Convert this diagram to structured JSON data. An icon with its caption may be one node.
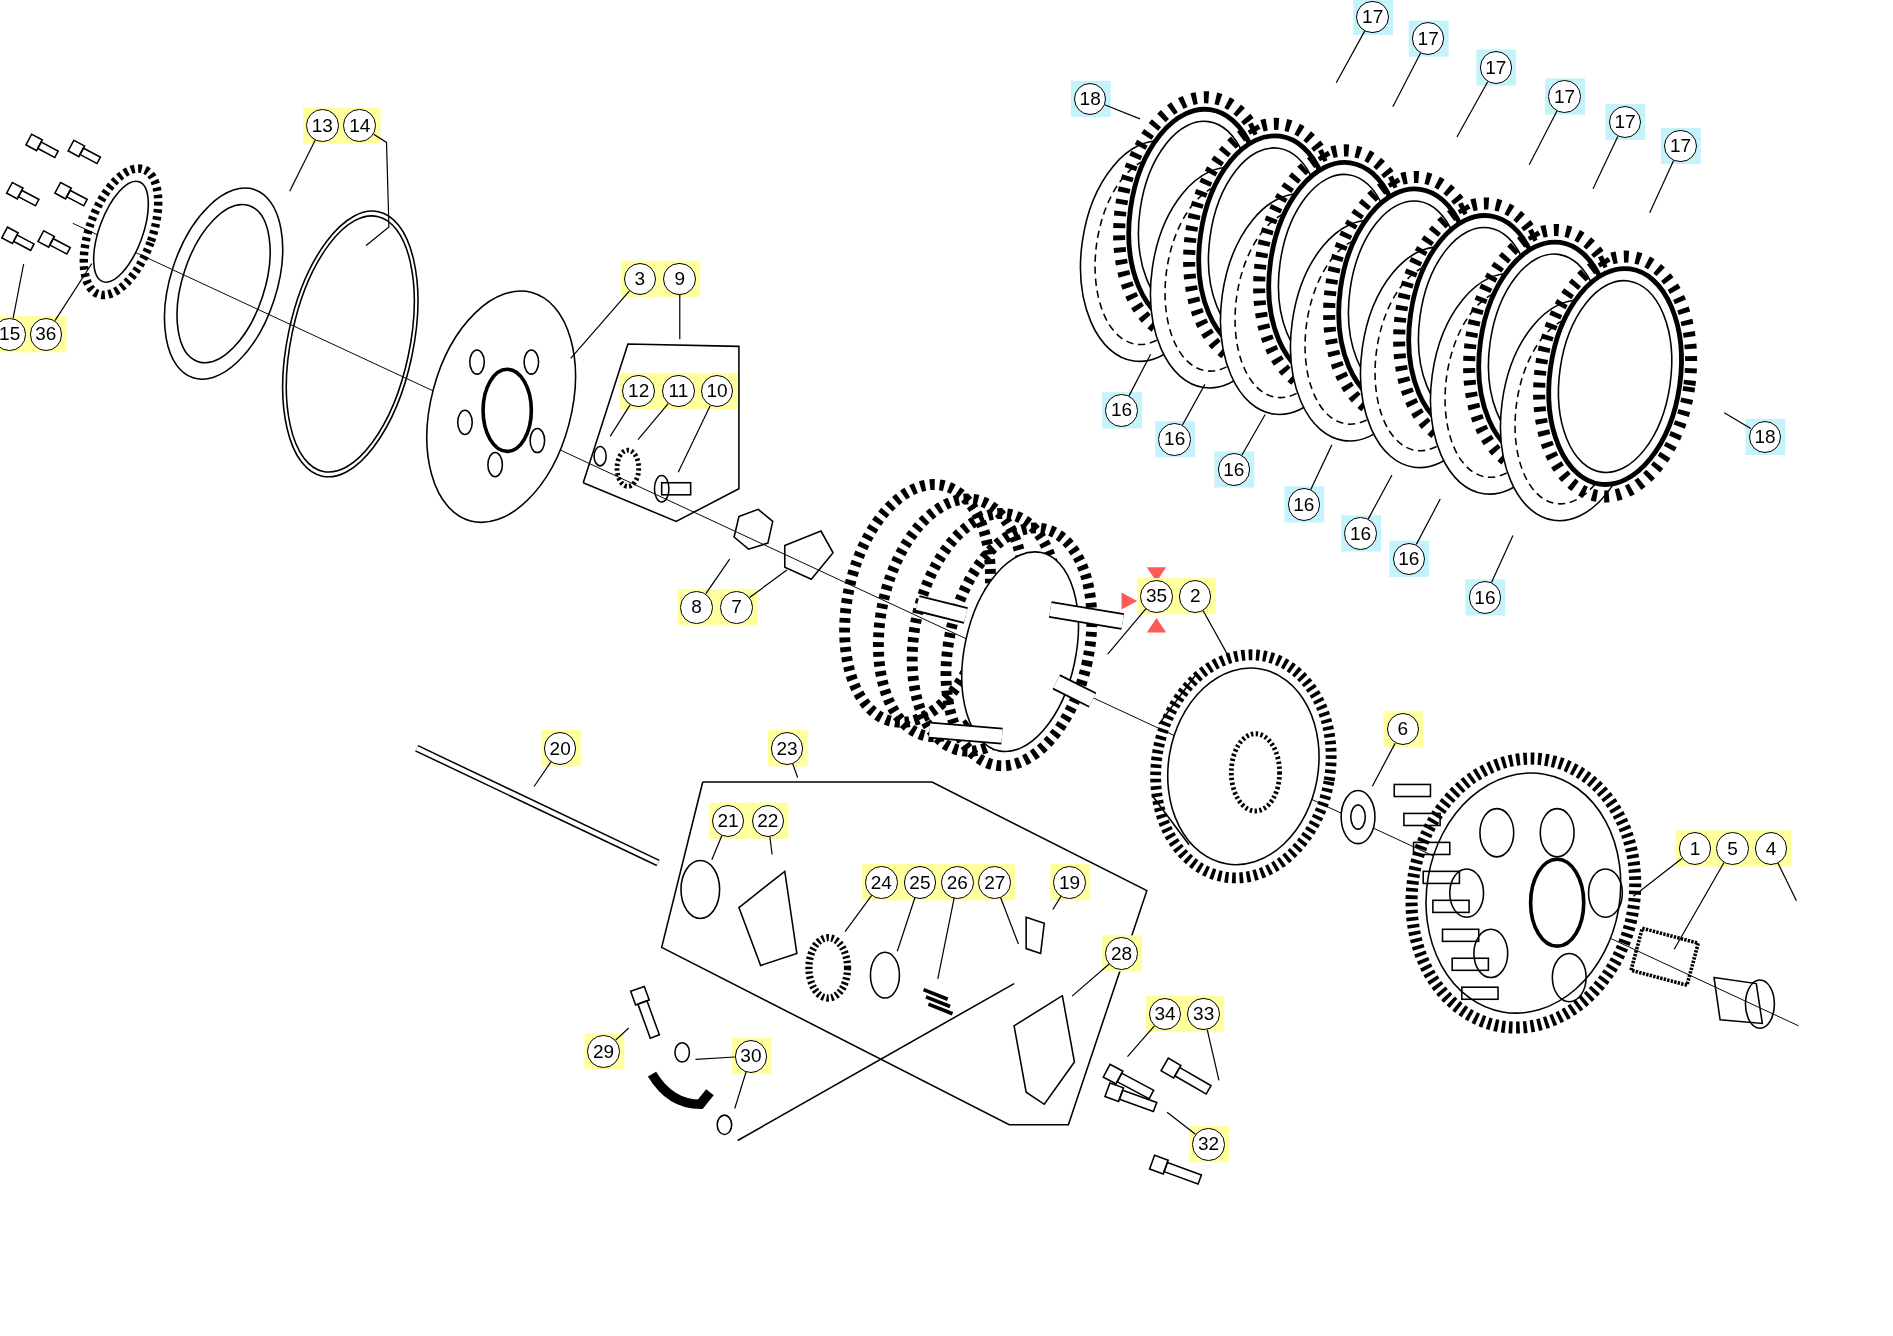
{
  "diagram": {
    "nodes": [
      {
        "text": [
          "17"
        ]
      },
      {
        "text": [
          "17"
        ]
      },
      {
        "text": [
          "17"
        ]
      },
      {
        "text": [
          "18"
        ]
      },
      {
        "text": [
          "17"
        ]
      },
      {
        "text": [
          "17"
        ]
      },
      {
        "text": [
          "13"
        ]
      },
      {
        "text": [
          "14"
        ]
      },
      {
        "text": [
          "17"
        ]
      },
      {
        "text": [
          "3"
        ]
      },
      {
        "text": [
          "9"
        ]
      },
      {
        "text": [
          "15"
        ]
      },
      {
        "text": [
          "36"
        ]
      },
      {
        "text": [
          "12"
        ]
      },
      {
        "text": [
          "11"
        ]
      },
      {
        "text": [
          "10"
        ]
      },
      {
        "text": [
          "16"
        ]
      },
      {
        "text": [
          "18"
        ]
      },
      {
        "text": [
          "16"
        ]
      },
      {
        "text": [
          "16"
        ]
      },
      {
        "text": [
          "16"
        ]
      },
      {
        "text": [
          "16"
        ]
      },
      {
        "text": [
          "16"
        ]
      },
      {
        "text": [
          "35"
        ]
      },
      {
        "text": [
          "2"
        ]
      },
      {
        "text": [
          "16"
        ]
      },
      {
        "text": [
          "8"
        ]
      },
      {
        "text": [
          "7"
        ]
      },
      {
        "text": [
          "6"
        ]
      },
      {
        "text": [
          "20"
        ]
      },
      {
        "text": [
          "23"
        ]
      },
      {
        "text": [
          "21"
        ]
      },
      {
        "text": [
          "22"
        ]
      },
      {
        "text": [
          "1"
        ]
      },
      {
        "text": [
          "5"
        ]
      },
      {
        "text": [
          "4"
        ]
      },
      {
        "text": [
          "24"
        ]
      },
      {
        "text": [
          "25"
        ]
      },
      {
        "text": [
          "26"
        ]
      },
      {
        "text": [
          "27"
        ]
      },
      {
        "text": [
          "19"
        ]
      },
      {
        "text": [
          "28"
        ]
      },
      {
        "text": [
          "34"
        ]
      },
      {
        "text": [
          "33"
        ]
      },
      {
        "text": [
          "29"
        ]
      },
      {
        "text": [
          "30"
        ]
      },
      {
        "text": [
          "32"
        ]
      }
    ],
    "edges": [
      {
        "from": 0,
        "to": null,
        "arrow": "none"
      },
      {
        "from": 1,
        "to": null,
        "arrow": "none"
      },
      {
        "from": 2,
        "to": null,
        "arrow": "none"
      },
      {
        "from": 3,
        "to": null,
        "arrow": "none"
      },
      {
        "from": 4,
        "to": null,
        "arrow": "none"
      },
      {
        "from": 5,
        "to": null,
        "arrow": "none"
      },
      {
        "from": 6,
        "to": null,
        "arrow": "none"
      },
      {
        "from": 7,
        "to": null,
        "arrow": "none"
      },
      {
        "from": 8,
        "to": null,
        "arrow": "none"
      },
      {
        "from": 9,
        "to": null,
        "arrow": "none"
      },
      {
        "from": 10,
        "to": null,
        "arrow": "none"
      },
      {
        "from": 11,
        "to": null,
        "arrow": "none"
      },
      {
        "from": 12,
        "to": null,
        "arrow": "none"
      },
      {
        "from": 13,
        "to": null,
        "arrow": "none"
      },
      {
        "from": 14,
        "to": null,
        "arrow": "none"
      },
      {
        "from": 15,
        "to": null,
        "arrow": "none"
      },
      {
        "from": 16,
        "to": null,
        "arrow": "none"
      },
      {
        "from": 17,
        "to": null,
        "arrow": "none"
      },
      {
        "from": 18,
        "to": null,
        "arrow": "none"
      },
      {
        "from": 19,
        "to": null,
        "arrow": "none"
      },
      {
        "from": 20,
        "to": null,
        "arrow": "none"
      },
      {
        "from": 21,
        "to": null,
        "arrow": "none"
      },
      {
        "from": 22,
        "to": null,
        "arrow": "none"
      },
      {
        "from": 23,
        "to": null,
        "arrow": "none"
      },
      {
        "from": 24,
        "to": null,
        "arrow": "none"
      },
      {
        "from": 25,
        "to": null,
        "arrow": "none"
      },
      {
        "from": 26,
        "to": null,
        "arrow": "none"
      },
      {
        "from": 27,
        "to": null,
        "arrow": "none"
      },
      {
        "from": 28,
        "to": null,
        "arrow": "none"
      },
      {
        "from": 29,
        "to": null,
        "arrow": "none"
      },
      {
        "from": 30,
        "to": null,
        "arrow": "none"
      },
      {
        "from": 31,
        "to": null,
        "arrow": "none"
      },
      {
        "from": 32,
        "to": null,
        "arrow": "none"
      },
      {
        "from": 33,
        "to": null,
        "arrow": "none"
      },
      {
        "from": 34,
        "to": null,
        "arrow": "none"
      },
      {
        "from": 35,
        "to": null,
        "arrow": "none"
      },
      {
        "from": 36,
        "to": null,
        "arrow": "none"
      },
      {
        "from": 37,
        "to": null,
        "arrow": "none"
      },
      {
        "from": 38,
        "to": null,
        "arrow": "none"
      },
      {
        "from": 39,
        "to": null,
        "arrow": "none"
      },
      {
        "from": 40,
        "to": null,
        "arrow": "none"
      },
      {
        "from": 41,
        "to": null,
        "arrow": "none"
      },
      {
        "from": 42,
        "to": null,
        "arrow": "none"
      },
      {
        "from": 43,
        "to": null,
        "arrow": "none"
      },
      {
        "from": 44,
        "to": null,
        "arrow": "none"
      },
      {
        "from": 45,
        "to": null,
        "arrow": "none"
      },
      {
        "from": 45,
        "to": null,
        "arrow": "none"
      },
      {
        "from": 46,
        "to": null,
        "arrow": "none"
      }
    ]
  }
}
